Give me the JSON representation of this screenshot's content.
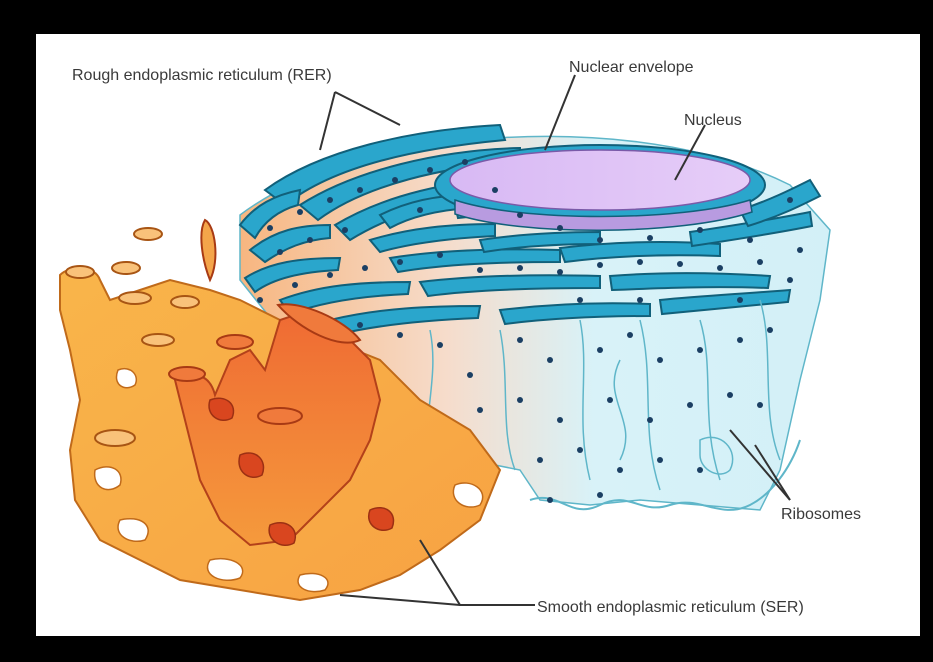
{
  "labels": {
    "rer": "Rough endoplasmic reticulum (RER)",
    "nuclear_envelope": "Nuclear envelope",
    "nucleus": "Nucleus",
    "ribosomes": "Ribosomes",
    "ser": "Smooth endoplasmic reticulum (SER)"
  },
  "colors": {
    "frame": "#000000",
    "panel": "#ffffff",
    "rer_fill": "#2aa6cc",
    "rer_stroke": "#11607a",
    "cytoplasm": "#d9f3f8",
    "nucleus_fill": "#d9b8f2",
    "ser_orange": "#f49a2a",
    "ser_red": "#e8552e",
    "ser_light": "#f7c27a",
    "ribosome": "#1b3f63",
    "leader": "#333333"
  }
}
